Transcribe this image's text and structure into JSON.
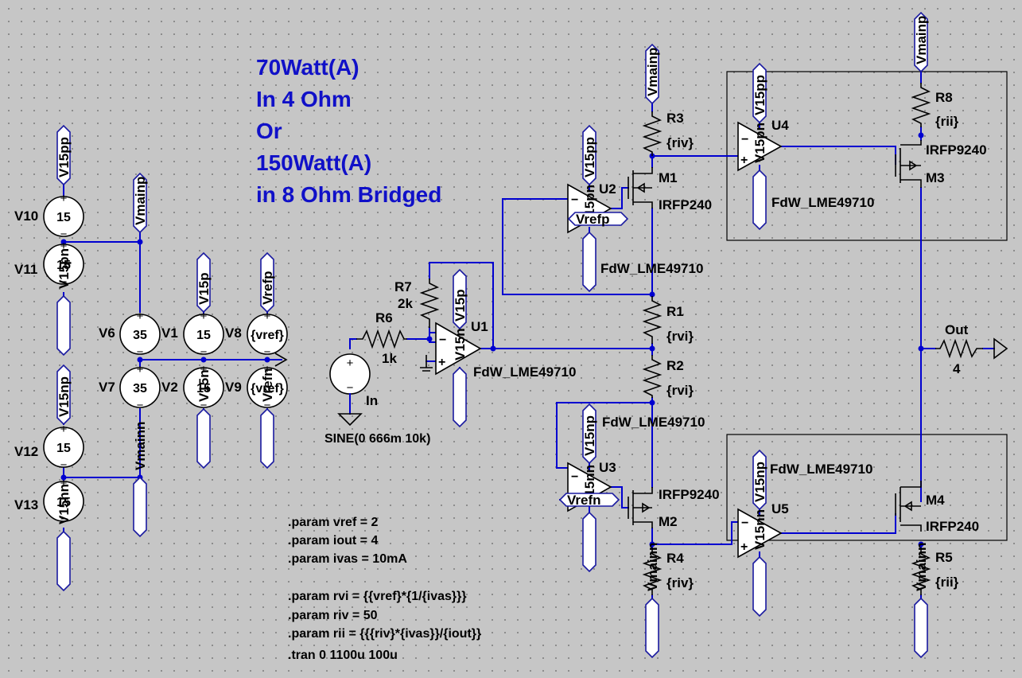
{
  "title_lines": [
    "70Watt(A)",
    "In 4 Ohm",
    "Or",
    "150Watt(A)",
    "in 8 Ohm Bridged"
  ],
  "directives": [
    ".param vref = 2",
    ".param iout = 4",
    ".param ivas = 10mA",
    ".param rvi = {{vref}*{1/{ivas}}}",
    ".param riv = 50",
    ".param rii = {{{riv}*{ivas}}/{iout}}",
    ".tran 0 1100u 100u"
  ],
  "colors": {
    "wire": "#0000d0",
    "title": "#1010c8",
    "background": "#c6c6c6"
  },
  "flags": {
    "v15pp": "V15pp",
    "v15pn": "V15pn",
    "v15np": "V15np",
    "v15nn": "V15nn",
    "vmainp": "Vmainp",
    "vmainn": "Vmainn",
    "v15p": "V15p",
    "v15n": "V15n",
    "vrefp": "Vrefp",
    "vrefn": "Vrefn"
  },
  "sources": {
    "v10": {
      "name": "V10",
      "value": "15"
    },
    "v11": {
      "name": "V11",
      "value": "15"
    },
    "v12": {
      "name": "V12",
      "value": "15"
    },
    "v13": {
      "name": "V13",
      "value": "15"
    },
    "v6": {
      "name": "V6",
      "value": "35"
    },
    "v7": {
      "name": "V7",
      "value": "35"
    },
    "v1": {
      "name": "V1",
      "value": "15"
    },
    "v2": {
      "name": "V2",
      "value": "15"
    },
    "v8": {
      "name": "V8",
      "value": "{vref}"
    },
    "v9": {
      "name": "V9",
      "value": "{vref}"
    },
    "in": {
      "name": "In",
      "value": "SINE(0 666m 10k)"
    }
  },
  "resistors": {
    "r1": {
      "name": "R1",
      "value": "{rvi}"
    },
    "r2": {
      "name": "R2",
      "value": "{rvi}"
    },
    "r3": {
      "name": "R3",
      "value": "{riv}"
    },
    "r4": {
      "name": "R4",
      "value": "{riv}"
    },
    "r5": {
      "name": "R5",
      "value": "{rii}"
    },
    "r6": {
      "name": "R6",
      "value": "1k"
    },
    "r7": {
      "name": "R7",
      "value": "2k"
    },
    "r8": {
      "name": "R8",
      "value": "{rii}"
    },
    "out": {
      "name": "Out",
      "value": "4"
    }
  },
  "opamps": {
    "u1": {
      "name": "U1",
      "model": "FdW_LME49710"
    },
    "u2": {
      "name": "U2",
      "model": "FdW_LME49710"
    },
    "u3": {
      "name": "U3",
      "model": "FdW_LME49710"
    },
    "u4": {
      "name": "U4",
      "model": "FdW_LME49710"
    },
    "u5": {
      "name": "U5",
      "model": "FdW_LME49710"
    }
  },
  "mosfets": {
    "m1": {
      "name": "M1",
      "model": "IRFP240"
    },
    "m2": {
      "name": "M2",
      "model": "IRFP9240"
    },
    "m3": {
      "name": "M3",
      "model": "IRFP9240"
    },
    "m4": {
      "name": "M4",
      "model": "IRFP240"
    }
  }
}
